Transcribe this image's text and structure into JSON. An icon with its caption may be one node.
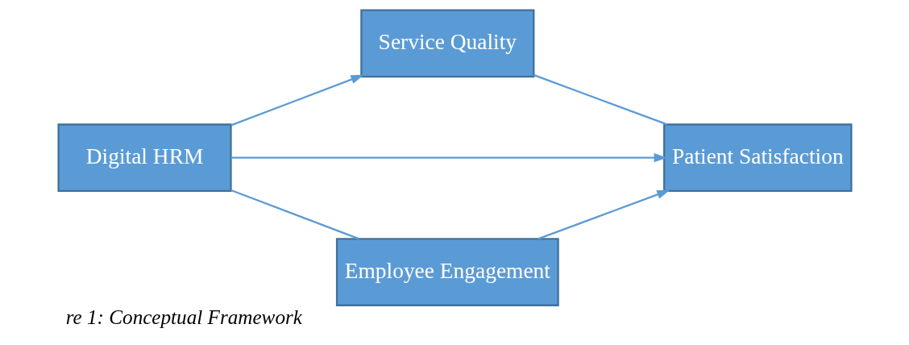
{
  "diagram": {
    "caption": "re 1: Conceptual Framework",
    "nodes": [
      {
        "text": [
          "Digital HRM"
        ]
      },
      {
        "text": [
          "Service Quality"
        ]
      },
      {
        "text": [
          "Patient Satisfaction"
        ]
      },
      {
        "text": [
          "Employee Engagement"
        ]
      }
    ],
    "edges": [
      {
        "from": 0,
        "to": 1,
        "arrow": "to"
      },
      {
        "from": 1,
        "to": 2,
        "arrow": "none"
      },
      {
        "from": 0,
        "to": 2,
        "arrow": "to"
      },
      {
        "from": 0,
        "to": 3,
        "arrow": "none"
      },
      {
        "from": 3,
        "to": 2,
        "arrow": "to"
      }
    ]
  }
}
